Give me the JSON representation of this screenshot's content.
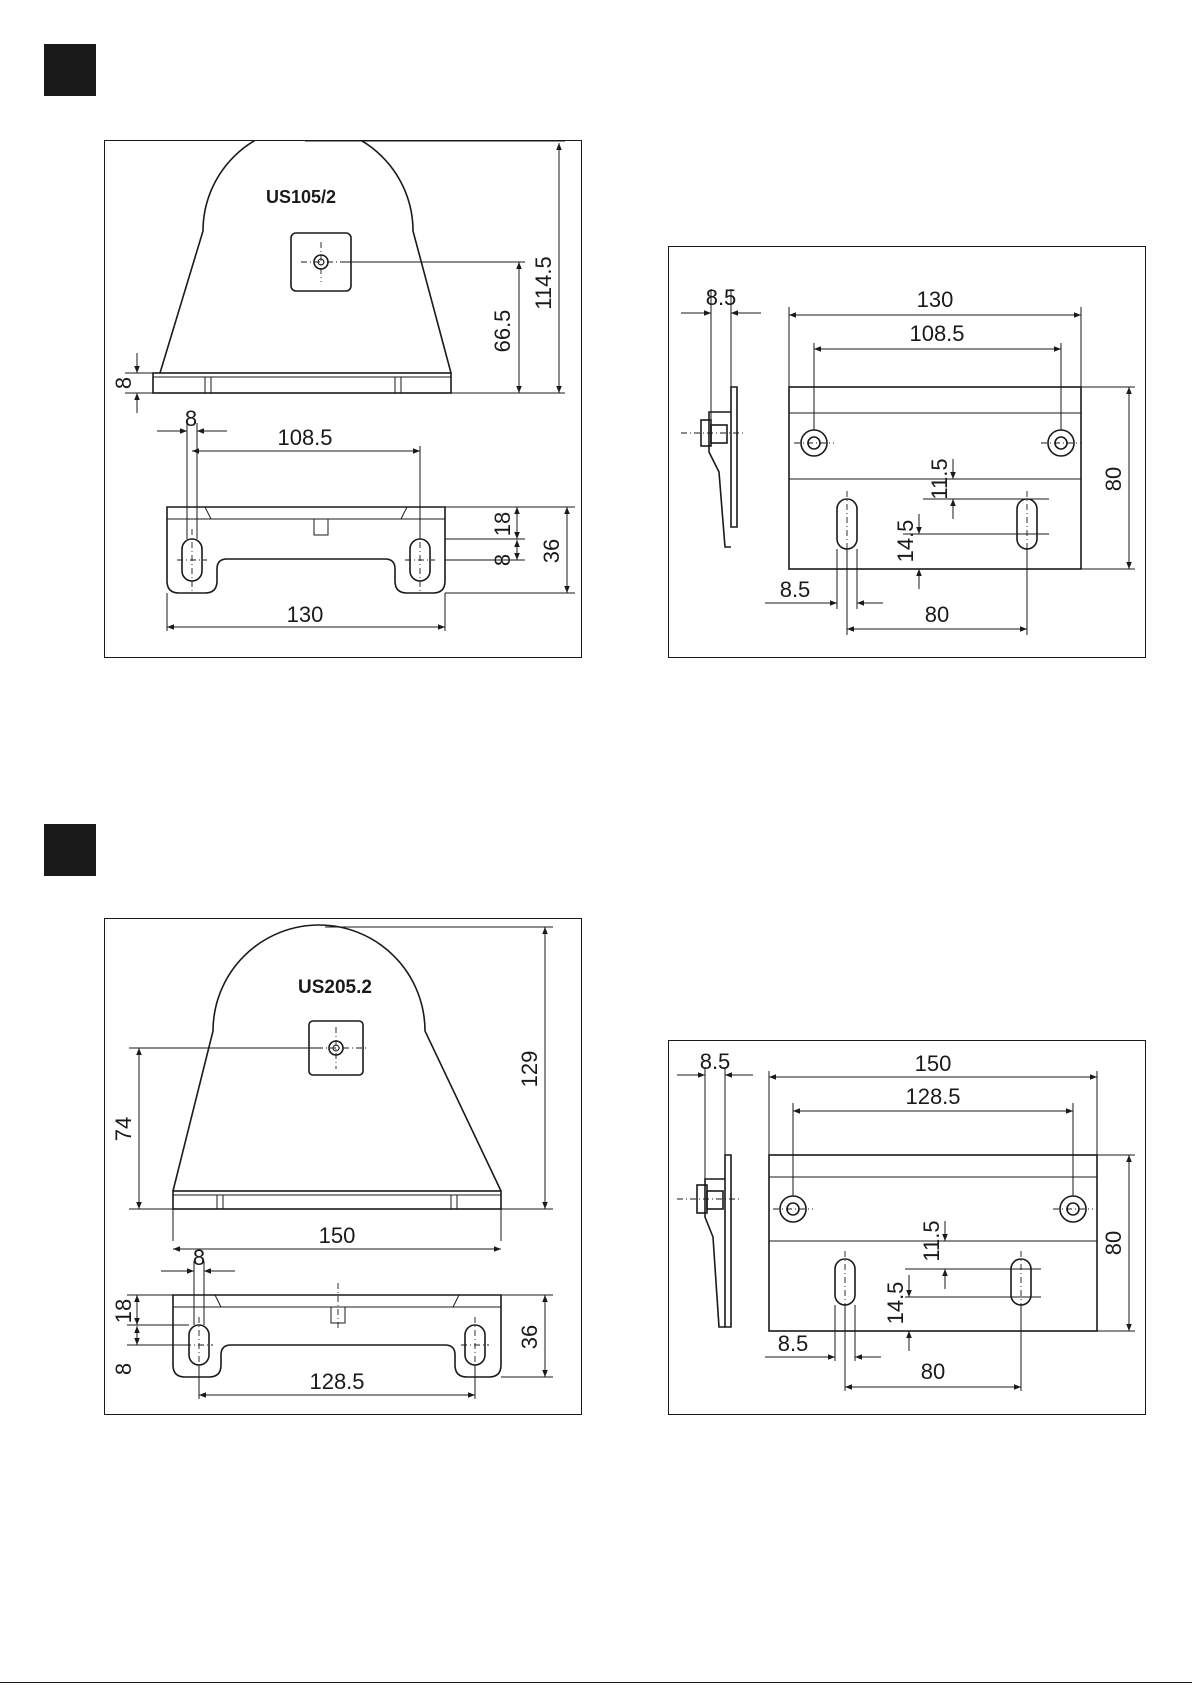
{
  "figure1": {
    "model": "US105/2",
    "front_dims": {
      "height_total": "114.5",
      "height_center": "66.5",
      "base_thickness": "8"
    },
    "bottom_dims": {
      "slot_offset": "8",
      "slot_pitch": "108.5",
      "width": "130",
      "depth_1": "18",
      "depth_2": "8",
      "depth_total": "36"
    },
    "bracket_dims": {
      "plate_thickness": "8.5",
      "width": "130",
      "hole_pitch": "108.5",
      "height": "80",
      "offset_1": "11.5",
      "offset_2": "14.5",
      "slot_width": "8.5",
      "slot_pitch": "80"
    }
  },
  "figure2": {
    "model": "US205.2",
    "front_dims": {
      "height_total": "129",
      "height_center": "74"
    },
    "bottom_dims": {
      "width": "150",
      "slot_offset": "8",
      "depth_1": "18",
      "depth_2": "8",
      "slot_pitch": "128.5",
      "depth_total": "36"
    },
    "bracket_dims": {
      "plate_thickness": "8.5",
      "width": "150",
      "hole_pitch": "128.5",
      "height": "80",
      "offset_1": "11.5",
      "offset_2": "14.5",
      "slot_width": "8.5",
      "slot_pitch": "80"
    }
  }
}
